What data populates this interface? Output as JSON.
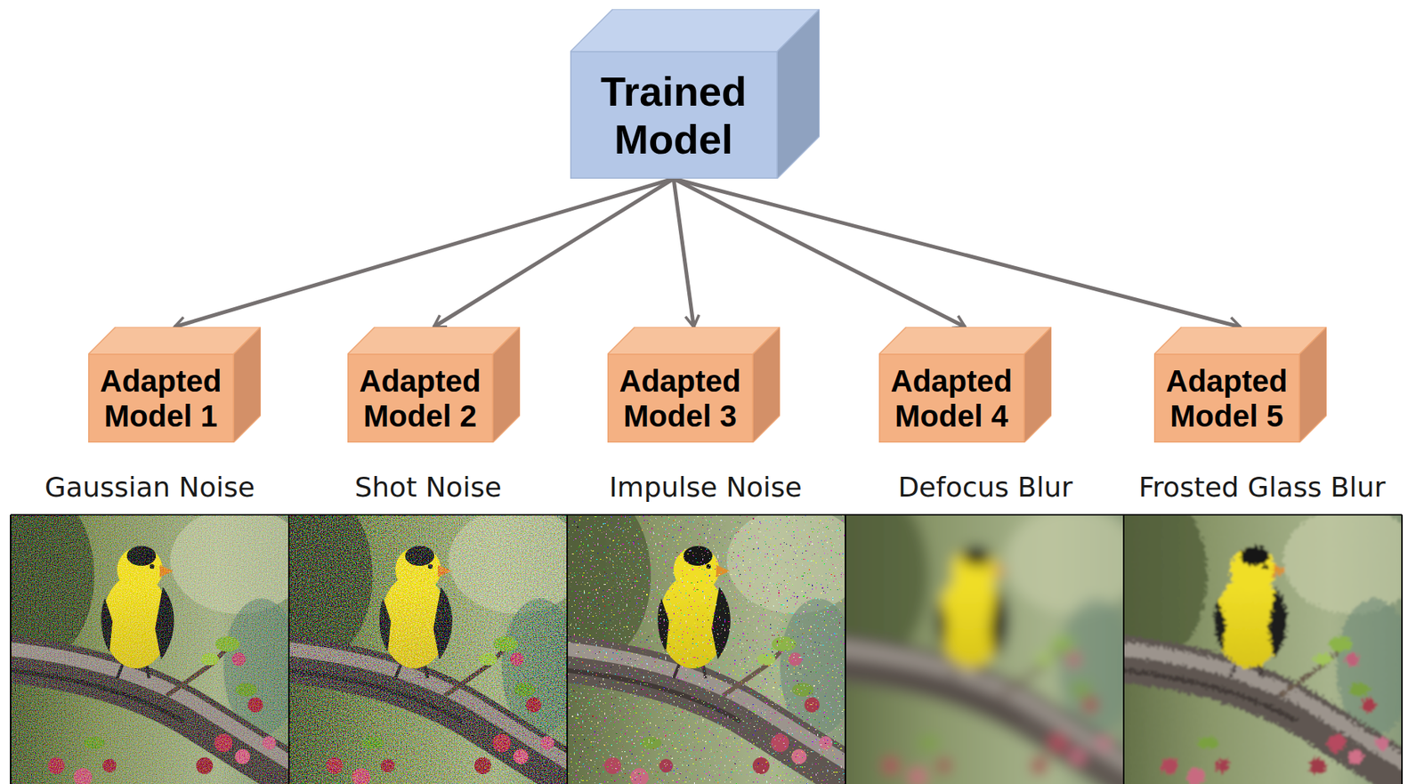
{
  "diagram": {
    "nodes": [
      {
        "text": [
          "Trained Model"
        ]
      },
      {
        "text": [
          "Adapted Model 1"
        ]
      },
      {
        "text": [
          "Adapted Model 2"
        ]
      },
      {
        "text": [
          "Adapted Model 3"
        ]
      },
      {
        "text": [
          "Adapted Model 4"
        ]
      },
      {
        "text": [
          "Adapted Model 5"
        ]
      }
    ],
    "edges": [
      {
        "from": 0,
        "to": 1,
        "arrow": "to"
      },
      {
        "from": 0,
        "to": 2,
        "arrow": "to"
      },
      {
        "from": 0,
        "to": 3,
        "arrow": "to"
      },
      {
        "from": 0,
        "to": 4,
        "arrow": "to"
      },
      {
        "from": 0,
        "to": 5,
        "arrow": "to"
      }
    ],
    "labels": [
      "Gaussian Noise",
      "Shot Noise",
      "Impulse Noise",
      "Defocus Blur",
      "Frosted Glass Blur"
    ]
  }
}
